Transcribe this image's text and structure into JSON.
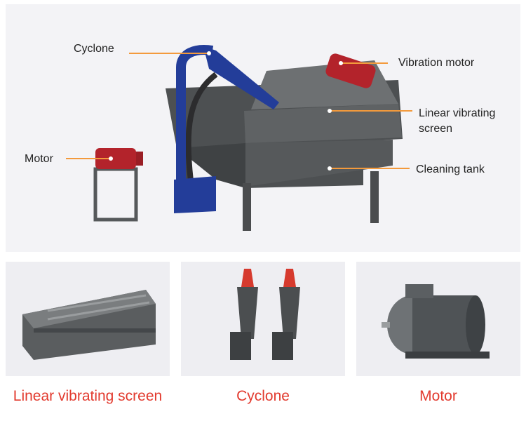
{
  "diagram": {
    "labels": {
      "cyclone": "Cyclone",
      "vibration_motor": "Vibration motor",
      "linear_vibrating_screen_line1": "Linear vibrating",
      "linear_vibrating_screen_line2": "screen",
      "motor": "Motor",
      "cleaning_tank": "Cleaning tank"
    },
    "leader_color": "#f39a3c",
    "machine_color": "#55585a",
    "pipe_color": "#233d99",
    "motor_color": "#b3232b"
  },
  "components": [
    {
      "caption": "Linear vibrating screen",
      "icon": "vibrating-screen-image"
    },
    {
      "caption": "Cyclone",
      "icon": "cyclone-image"
    },
    {
      "caption": "Motor",
      "icon": "motor-image"
    }
  ],
  "caption_color": "#e23a2e"
}
